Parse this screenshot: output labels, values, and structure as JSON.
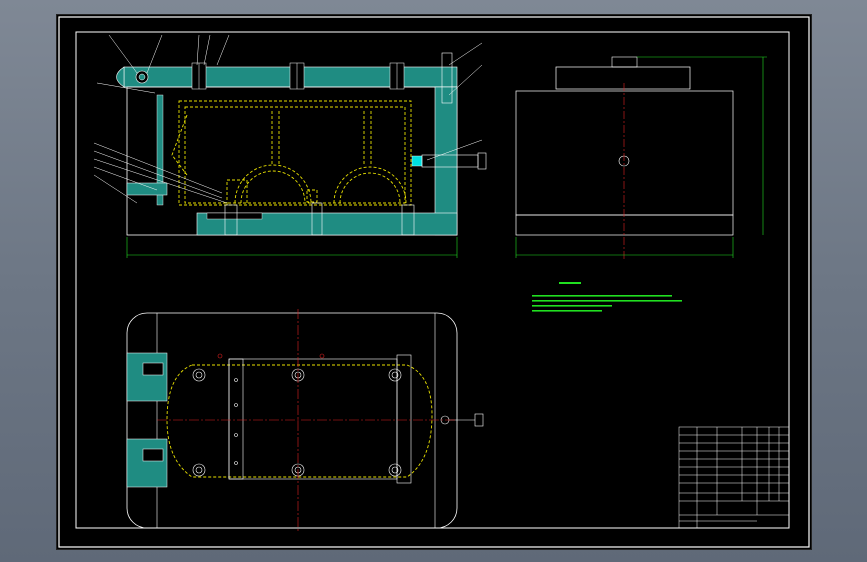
{
  "colors": {
    "background": "#000000",
    "frame": "#ffffff",
    "part_fill": "#1f8c82",
    "hidden_line": "#e8e000",
    "center_line": "#e02020",
    "dimension": "#20e020",
    "annotation": "#ffffff",
    "highlight_cyan": "#00e0e0"
  },
  "drawing": {
    "views": [
      "front-section",
      "side-view",
      "top-view"
    ],
    "notes_color": "green",
    "title_block": true
  }
}
